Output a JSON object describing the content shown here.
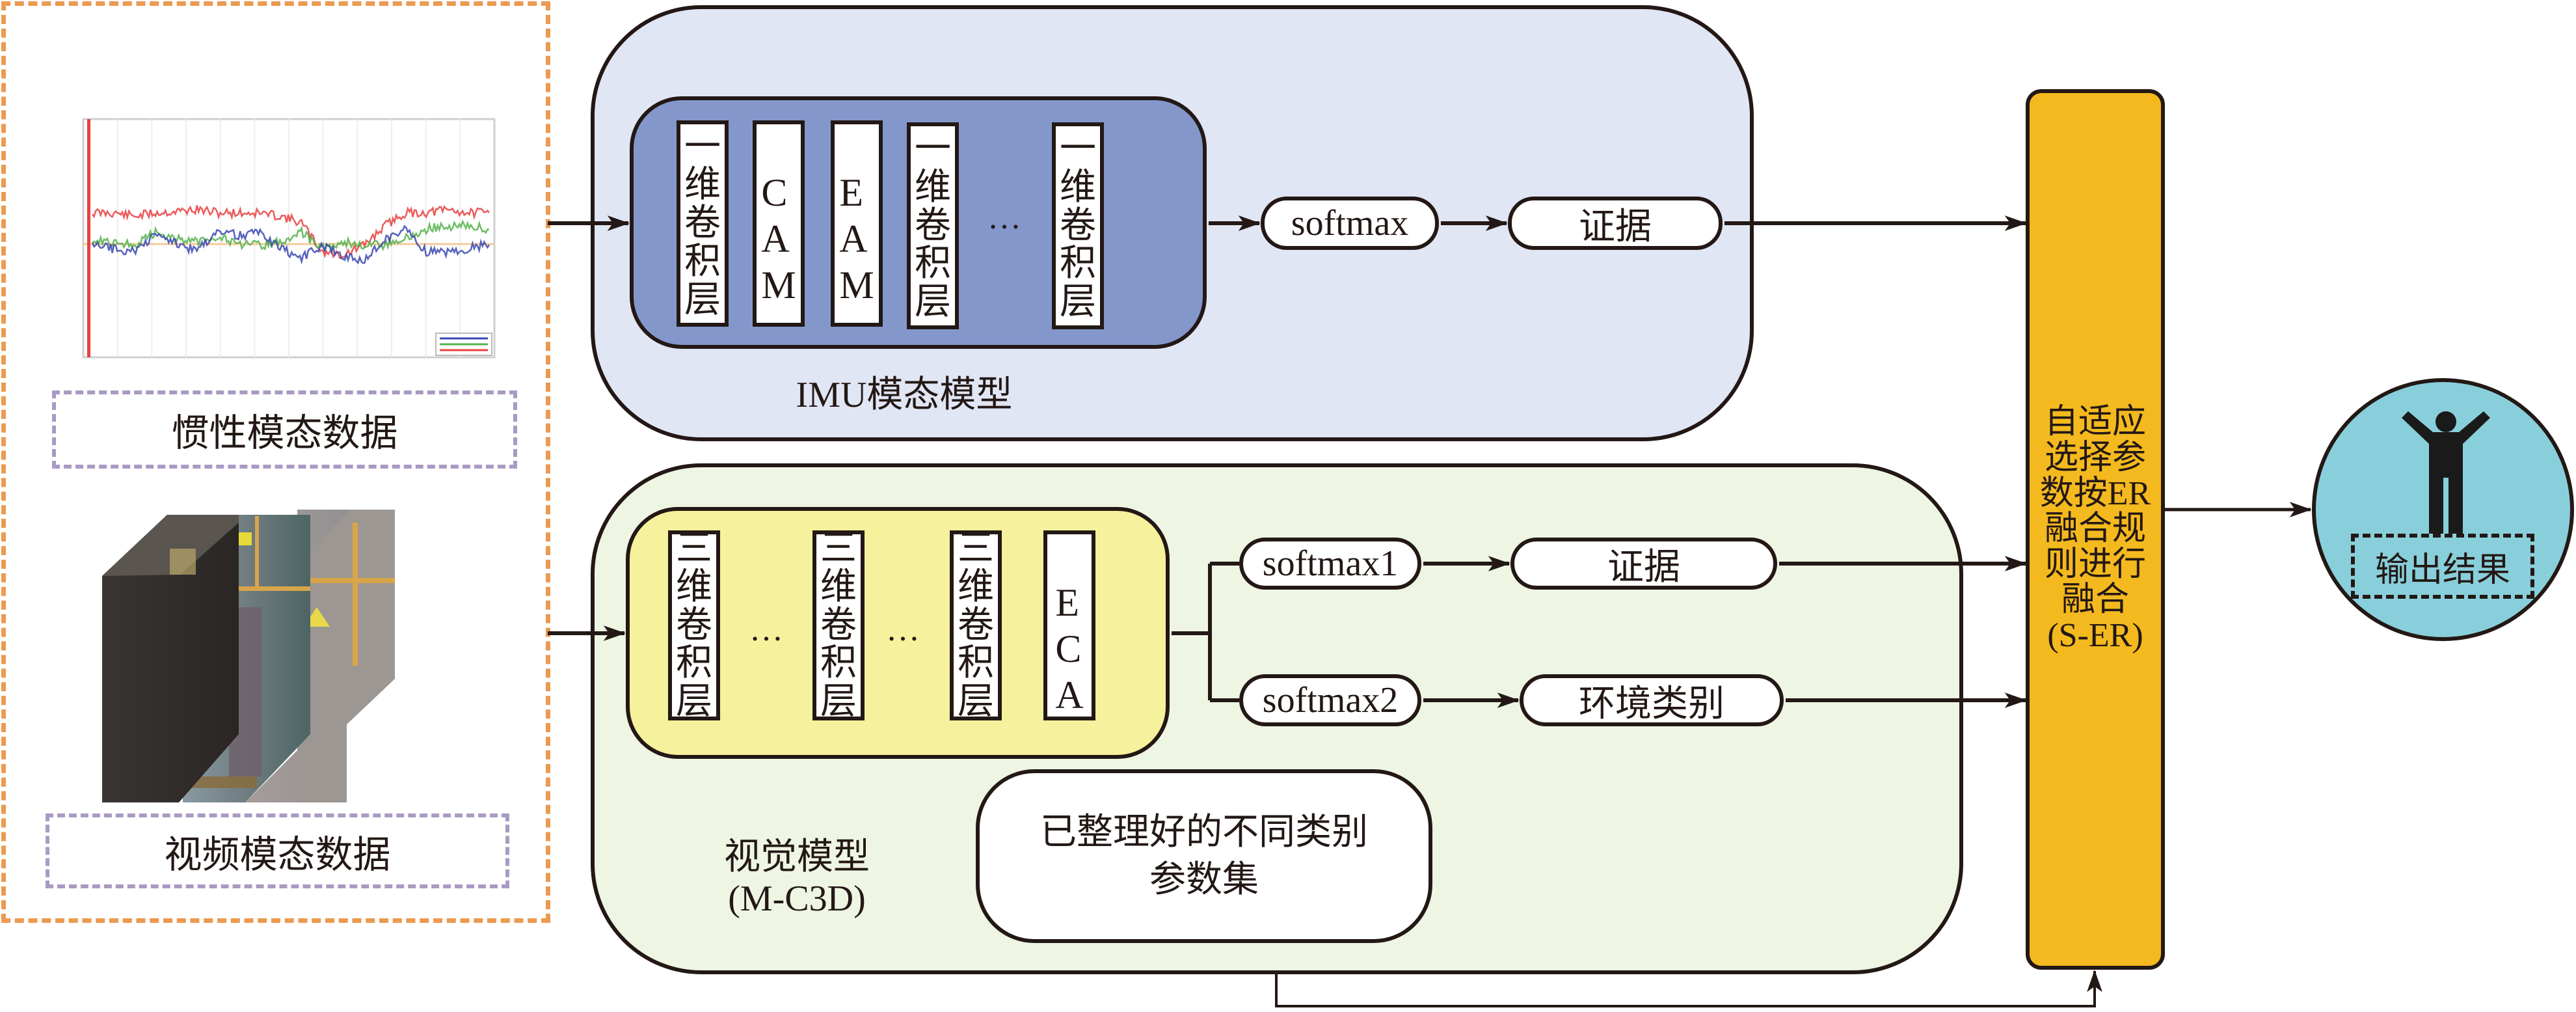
{
  "colors": {
    "input_panel_border": "#ec9a50",
    "label_border": "#a99ac4",
    "imu_outer_fill": "#e1e6f4",
    "imu_inner_fill": "#8497cb",
    "visual_outer_fill": "#eef5e3",
    "visual_inner_fill": "#f6f19c",
    "fusion_fill": "#f3b91e",
    "output_fill": "#89cfdb",
    "stroke": "#231815"
  },
  "inputs": {
    "imu_label": "惯性模态数据",
    "video_label": "视频模态数据",
    "imu_chart_icon": "imu-signal-chart-thumbnail",
    "video_frames_icon": "video-frame-stack-thumbnail"
  },
  "imu_model": {
    "title": "IMU模态模型",
    "layers": [
      {
        "label": "一维卷积层"
      },
      {
        "label": "CAM"
      },
      {
        "label": "EAM"
      },
      {
        "label": "一维卷积层"
      },
      {
        "label": "…"
      },
      {
        "label": "一维卷积层"
      }
    ],
    "softmax": "softmax",
    "evidence": "证据"
  },
  "visual_model": {
    "title": "视觉模型",
    "subtitle": "(M-C3D)",
    "layers": [
      {
        "label": "三维卷积层"
      },
      {
        "label": "…"
      },
      {
        "label": "三维卷积层"
      },
      {
        "label": "…"
      },
      {
        "label": "三维卷积层"
      },
      {
        "label": "ECA"
      }
    ],
    "softmax1": "softmax1",
    "softmax2": "softmax2",
    "evidence": "证据",
    "env_class": "环境类别",
    "param_set_line1": "已整理好的不同类别",
    "param_set_line2": "参数集"
  },
  "fusion": {
    "text": "自适应选择参数按ER融合规则进行融合(S-ER)",
    "lines": [
      "自适应",
      "选择参",
      "数按ER",
      "融合规",
      "则进行",
      "融合",
      "(S-ER)"
    ]
  },
  "output": {
    "label": "输出结果",
    "icon": "person-arms-raised-icon"
  }
}
